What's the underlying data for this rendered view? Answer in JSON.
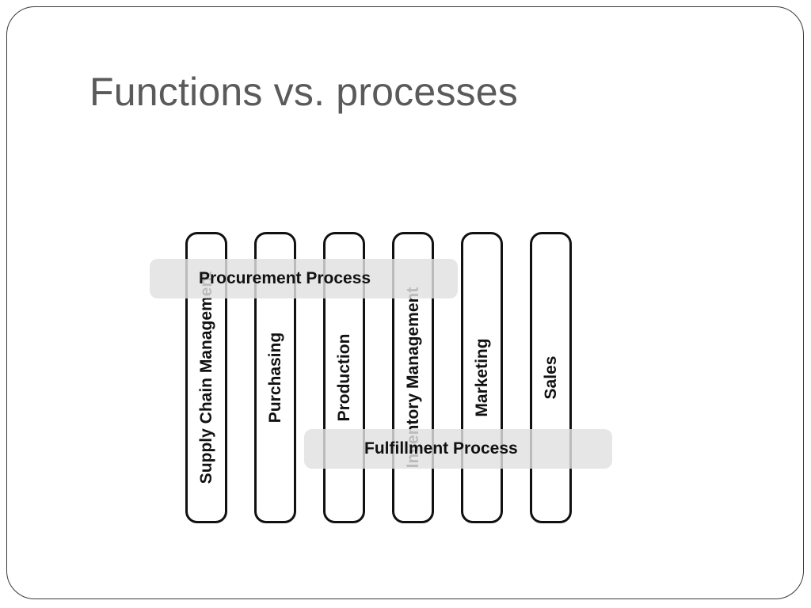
{
  "slide": {
    "title": "Functions vs. processes"
  },
  "diagram": {
    "functions": [
      {
        "label": "Supply Chain Management"
      },
      {
        "label": "Purchasing"
      },
      {
        "label": "Production"
      },
      {
        "label": "Inventory Management"
      },
      {
        "label": "Marketing"
      },
      {
        "label": "Sales"
      }
    ],
    "processes": [
      {
        "label": "Procurement Process"
      },
      {
        "label": "Fulfillment Process"
      }
    ],
    "colors": {
      "column_border": "#111111",
      "band_fill": "#e1e1e1",
      "title_text": "#5a5a5a"
    }
  }
}
